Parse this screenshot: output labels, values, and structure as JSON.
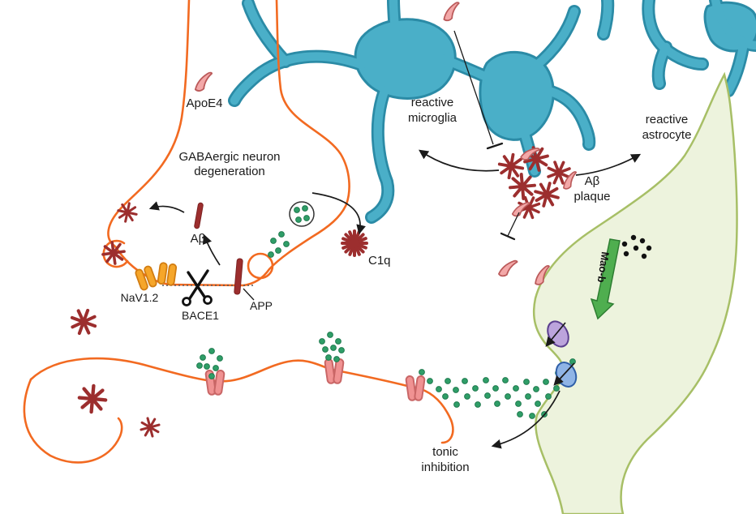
{
  "labels": {
    "apoe4": "ApoE4",
    "gabaergic_line1": "GABAergic neuron",
    "gabaergic_line2": "degeneration",
    "abeta": "Aβ",
    "nav12": "NaV1.2",
    "bace1": "BACE1",
    "app": "APP",
    "c1q": "C1q",
    "reactive_microglia_line1": "reactive",
    "reactive_microglia_line2": "microglia",
    "abeta_plaque_line1": "Aβ",
    "abeta_plaque_line2": "plaque",
    "reactive_astrocyte_line1": "reactive",
    "reactive_astrocyte_line2": "astrocyte",
    "mao_b": "Mao-b",
    "tonic_line1": "tonic",
    "tonic_line2": "inhibition"
  },
  "palette": {
    "neuron_outline": "#f26a21",
    "microglia_fill": "#4aafc8",
    "microglia_stroke": "#2b8ba6",
    "astrocyte_fill": "#edf3dd",
    "astrocyte_stroke": "#a7bf66",
    "oligomer_red": "#9c2e2e",
    "apoe4_pink": "#f3a8a8",
    "gaba_green": "#2f9e68",
    "receptor_pink": "#f09292",
    "channel_orange": "#f6a62a",
    "maob_arrow_green": "#4fae4f",
    "transporter_purple": "#bca4dc",
    "transporter_blue": "#8fb4e6"
  }
}
